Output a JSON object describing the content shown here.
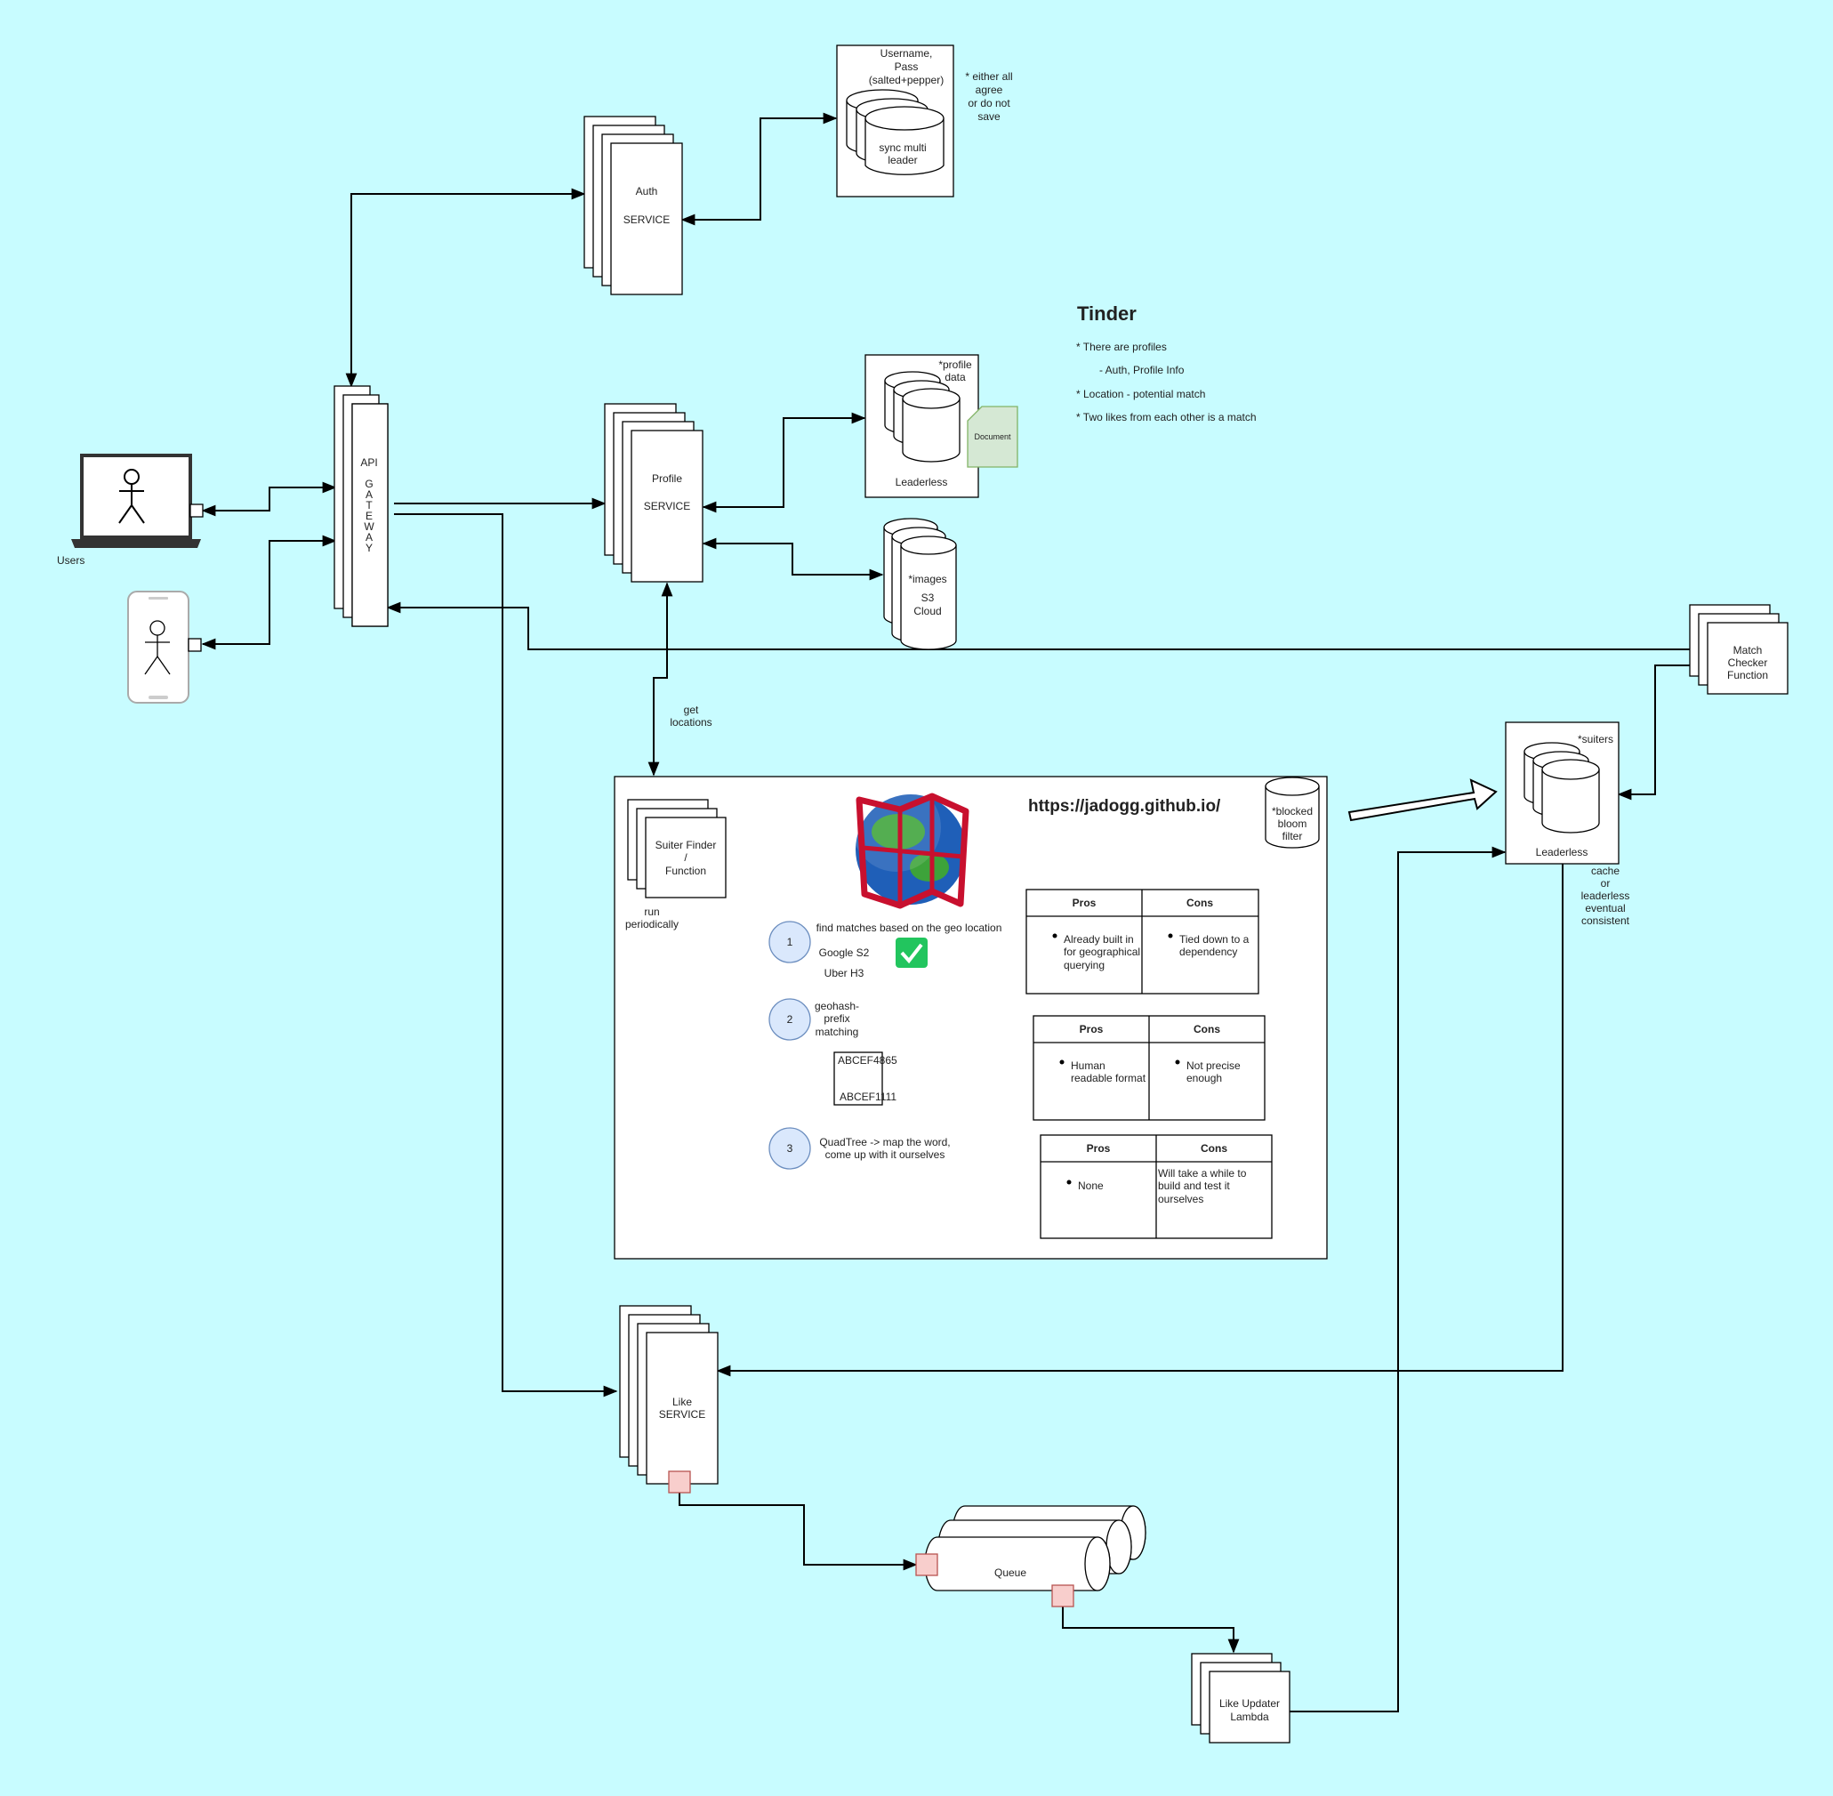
{
  "title": "Tinder",
  "notes": [
    "* There are profiles",
    "- Auth, Profile Info",
    "* Location - potential match",
    "* Two likes from each other is a match"
  ],
  "url": "https://jadogg.github.io/",
  "users_label": "Users",
  "api_gateway": [
    "API",
    "",
    "G",
    "A",
    "T",
    "E",
    "W",
    "A",
    "Y"
  ],
  "auth": {
    "line1": "Auth",
    "line2": "SERVICE"
  },
  "auth_db": {
    "label": [
      "Username,",
      "Pass",
      "(salted+pepper)"
    ],
    "cyl": [
      "sync multi",
      "leader"
    ],
    "note": [
      "* either all",
      "agree",
      "or do not",
      "save"
    ]
  },
  "profile": {
    "line1": "Profile",
    "line2": "SERVICE"
  },
  "profile_db": {
    "note": [
      "*profile",
      "data"
    ],
    "label": "Leaderless",
    "doc": "Document"
  },
  "images_db": [
    "*images",
    "S3",
    "Cloud"
  ],
  "get_locations": [
    "get",
    "locations"
  ],
  "match_checker": [
    "Match",
    "Checker",
    "Function"
  ],
  "suiters_db": {
    "note": "*suiters",
    "label": "Leaderless",
    "caption": [
      "cache",
      "or",
      "leaderless",
      "eventual",
      "consistent"
    ]
  },
  "suiter_finder": {
    "label": [
      "Suiter Finder",
      "/",
      "Function"
    ],
    "note": [
      "run",
      "periodically"
    ]
  },
  "bloom": [
    "*blocked",
    "bloom",
    "filter"
  ],
  "options": [
    {
      "num": "1",
      "text": [
        "find matches based on the geo location"
      ],
      "sub": [
        "Google S2",
        "Uber H3"
      ]
    },
    {
      "num": "2",
      "text": [
        "geohash-",
        "prefix",
        "matching"
      ],
      "sub": [
        "ABCEF4865",
        "ABCEF1111"
      ]
    },
    {
      "num": "3",
      "text": [
        "QuadTree -> map the word,",
        "come up with it ourselves"
      ],
      "sub": []
    }
  ],
  "tables": [
    {
      "pros_h": "Pros",
      "cons_h": "Cons",
      "pros": [
        "Already built in",
        "for geographical",
        "querying"
      ],
      "cons": [
        "Tied down to a",
        "dependency"
      ]
    },
    {
      "pros_h": "Pros",
      "cons_h": "Cons",
      "pros": [
        "Human",
        "readable format"
      ],
      "cons": [
        "Not precise",
        "enough"
      ]
    },
    {
      "pros_h": "Pros",
      "cons_h": "Cons",
      "pros": [
        "None"
      ],
      "cons": [
        "Will take a while to",
        "build and test it",
        "ourselves"
      ]
    }
  ],
  "like": {
    "line1": "Like",
    "line2": "SERVICE"
  },
  "queue": "Queue",
  "like_updater": [
    "Like Updater",
    "Lambda"
  ],
  "colors": {
    "background": "#c8fcff",
    "port": "#f8cecc",
    "port_stroke": "#b85450",
    "option_circle": "#dae8fc",
    "option_stroke": "#6c8ebf",
    "doc_fill": "#d5e8d4",
    "doc_stroke": "#82b366",
    "check": "#22c55e"
  }
}
